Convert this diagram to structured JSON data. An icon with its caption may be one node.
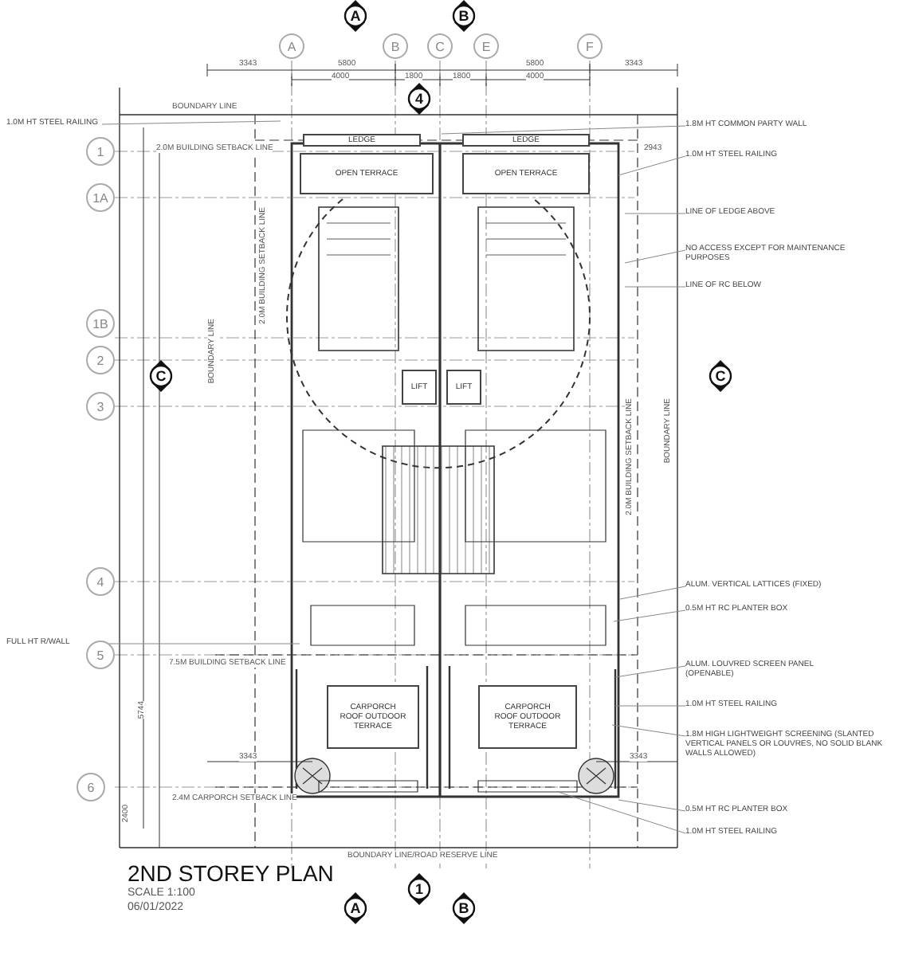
{
  "diagram": {
    "title": "2ND STOREY PLAN",
    "nodes": [
      {
        "text": [
          "A"
        ]
      },
      {
        "text": [
          "B"
        ]
      },
      {
        "text": [
          "C"
        ]
      },
      {
        "text": [
          "E"
        ]
      },
      {
        "text": [
          "F"
        ]
      },
      {
        "text": [
          "1"
        ]
      },
      {
        "text": [
          "1A"
        ]
      },
      {
        "text": [
          "1B"
        ]
      },
      {
        "text": [
          "2"
        ]
      },
      {
        "text": [
          "3"
        ]
      },
      {
        "text": [
          "4"
        ]
      },
      {
        "text": [
          "5"
        ]
      },
      {
        "text": [
          "6"
        ]
      },
      {
        "text": [
          "A"
        ]
      },
      {
        "text": [
          "B"
        ]
      },
      {
        "text": [
          "4"
        ]
      },
      {
        "text": [
          "C"
        ]
      },
      {
        "text": [
          "C"
        ]
      },
      {
        "text": [
          "A"
        ]
      },
      {
        "text": [
          "1"
        ]
      },
      {
        "text": [
          "B"
        ]
      },
      {
        "text": [
          "LEDGE"
        ]
      },
      {
        "text": [
          "LEDGE"
        ]
      },
      {
        "text": [
          "OPEN TERRACE"
        ]
      },
      {
        "text": [
          "OPEN TERRACE"
        ]
      },
      {
        "text": [
          "LIFT"
        ]
      },
      {
        "text": [
          "LIFT"
        ]
      },
      {
        "text": [
          "CARPORCH",
          "ROOF OUTDOOR TERRACE"
        ]
      },
      {
        "text": [
          "CARPORCH",
          "ROOF OUTDOOR TERRACE"
        ]
      },
      {
        "text": [
          "1.0M HT STEEL RAILING"
        ]
      },
      {
        "text": [
          "FULL HT R/WALL"
        ]
      },
      {
        "text": [
          "1.8M HT COMMON PARTY WALL"
        ]
      },
      {
        "text": [
          "1.0M HT STEEL RAILING"
        ]
      },
      {
        "text": [
          "LINE OF LEDGE ABOVE"
        ]
      },
      {
        "text": [
          "NO ACCESS EXCEPT FOR MAINTENANCE PURPOSES"
        ]
      },
      {
        "text": [
          "LINE OF RC BELOW"
        ]
      },
      {
        "text": [
          "ALUM. VERTICAL LATTICES (FIXED)"
        ]
      },
      {
        "text": [
          "0.5M HT RC PLANTER BOX"
        ]
      },
      {
        "text": [
          "ALUM. LOUVRED SCREEN PANEL (OPENABLE)"
        ]
      },
      {
        "text": [
          "1.0M HT STEEL RAILING"
        ]
      },
      {
        "text": [
          "1.8M HIGH LIGHTWEIGHT SCREENING (SLANTED VERTICAL PANELS OR LOUVRES, NO SOLID BLANK WALLS ALLOWED)"
        ]
      },
      {
        "text": [
          "0.5M HT RC PLANTER BOX"
        ]
      },
      {
        "text": [
          "1.0M HT STEEL RAILING"
        ]
      }
    ],
    "edges": [
      {
        "from": 29,
        "to": null,
        "arrow": "none"
      },
      {
        "from": 30,
        "to": null,
        "arrow": "none"
      },
      {
        "from": 31,
        "to": null,
        "arrow": "none"
      },
      {
        "from": 32,
        "to": null,
        "arrow": "none"
      },
      {
        "from": 33,
        "to": null,
        "arrow": "none"
      },
      {
        "from": 34,
        "to": null,
        "arrow": "none"
      },
      {
        "from": 35,
        "to": null,
        "arrow": "none"
      },
      {
        "from": 36,
        "to": null,
        "arrow": "none"
      },
      {
        "from": 37,
        "to": null,
        "arrow": "none"
      },
      {
        "from": 38,
        "to": null,
        "arrow": "none"
      },
      {
        "from": 39,
        "to": null,
        "arrow": "none"
      },
      {
        "from": 40,
        "to": null,
        "arrow": "none"
      },
      {
        "from": 41,
        "to": null,
        "arrow": "none"
      },
      {
        "from": 42,
        "to": null,
        "arrow": "none"
      }
    ],
    "labels": [
      "BOUNDARY LINE",
      "3343",
      "5800",
      "5800",
      "3343",
      "4000",
      "1800",
      "1800",
      "4000",
      "2.0M BUILDING SETBACK LINE",
      "2943",
      "2.0M BUILDING SETBACK LINE",
      "BOUNDARY LINE",
      "2.0M BUILDING SETBACK LINE",
      "BOUNDARY LINE",
      "7.5M BUILDING SETBACK LINE",
      "3343",
      "3343",
      "2.4M CARPORCH SETBACK LINE",
      "2400",
      "5744",
      "BOUNDARY LINE/ROAD RESERVE LINE",
      "SCALE 1:100",
      "06/01/2022"
    ]
  }
}
